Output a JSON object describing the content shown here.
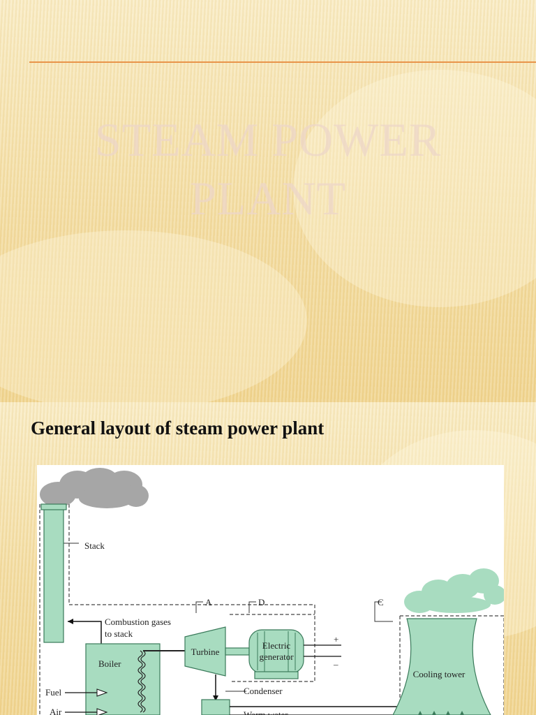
{
  "slide1": {
    "title_line1": "STEAM POWER",
    "title_line2": "PLANT"
  },
  "slide2": {
    "heading": "General layout of steam power plant",
    "diagram": {
      "labels": {
        "stack": "Stack",
        "marker_a": "A",
        "marker_d": "D",
        "marker_c": "C",
        "combustion_line1": "Combustion gases",
        "combustion_line2": "to stack",
        "boiler": "Boiler",
        "turbine": "Turbine",
        "generator_line1": "Electric",
        "generator_line2": "generator",
        "plus": "+",
        "minus": "–",
        "cooling_tower": "Cooling tower",
        "fuel": "Fuel",
        "air": "Air",
        "condenser": "Condenser",
        "warm_water": "Warm water"
      },
      "colors": {
        "equipment": "#a8dcc0",
        "equipment_stroke": "#3a7a5a",
        "smoke": "#a6a6a6",
        "steam_cloud": "#a8dcc0"
      }
    }
  }
}
